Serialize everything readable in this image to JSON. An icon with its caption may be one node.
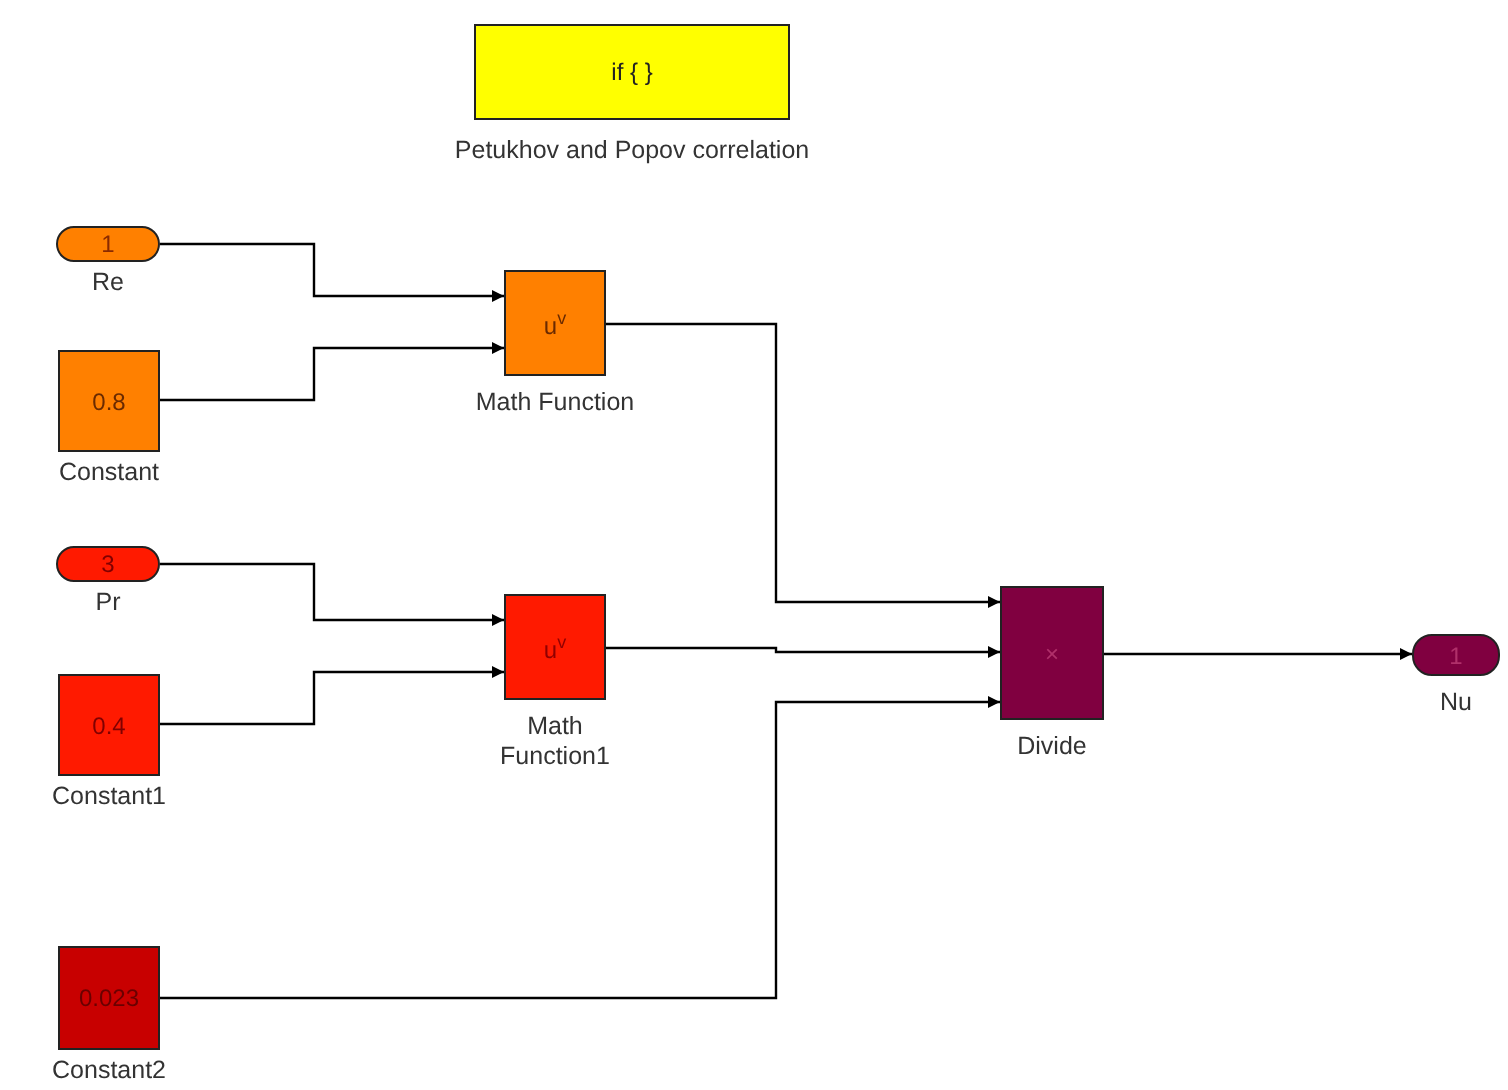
{
  "diagram": {
    "nodes": [
      {
        "text": [
          "if { }"
        ],
        "beside": [
          "Petukhov and Popov correlation"
        ]
      },
      {
        "text": [
          "1"
        ],
        "beside": [
          "Re"
        ]
      },
      {
        "text": [
          "0.8"
        ],
        "beside": [
          "Constant"
        ]
      },
      {
        "text": [
          "u$^{v}$"
        ],
        "beside": [
          "Math Function"
        ]
      },
      {
        "text": [
          "3"
        ],
        "beside": [
          "Pr"
        ]
      },
      {
        "text": [
          "0.4"
        ],
        "beside": [
          "Constant1"
        ]
      },
      {
        "text": [
          "u$^{v}$"
        ],
        "beside": [
          "Math Function1"
        ]
      },
      {
        "text": [
          "0.023"
        ],
        "beside": [
          "Constant2"
        ]
      },
      {
        "text": [
          "×"
        ],
        "beside": [
          "Divide"
        ]
      },
      {
        "text": [
          "1"
        ],
        "beside": [
          "Nu"
        ]
      }
    ],
    "edges": [
      {
        "from": 1,
        "to": 3,
        "arrow": "to"
      },
      {
        "from": 2,
        "to": 3,
        "arrow": "to"
      },
      {
        "from": 4,
        "to": 6,
        "arrow": "to"
      },
      {
        "from": 5,
        "to": 6,
        "arrow": "to"
      },
      {
        "from": 3,
        "to": 8,
        "arrow": "to"
      },
      {
        "from": 6,
        "to": 8,
        "arrow": "to"
      },
      {
        "from": 7,
        "to": 8,
        "arrow": "to"
      },
      {
        "from": 8,
        "to": 9,
        "arrow": "to"
      }
    ]
  }
}
